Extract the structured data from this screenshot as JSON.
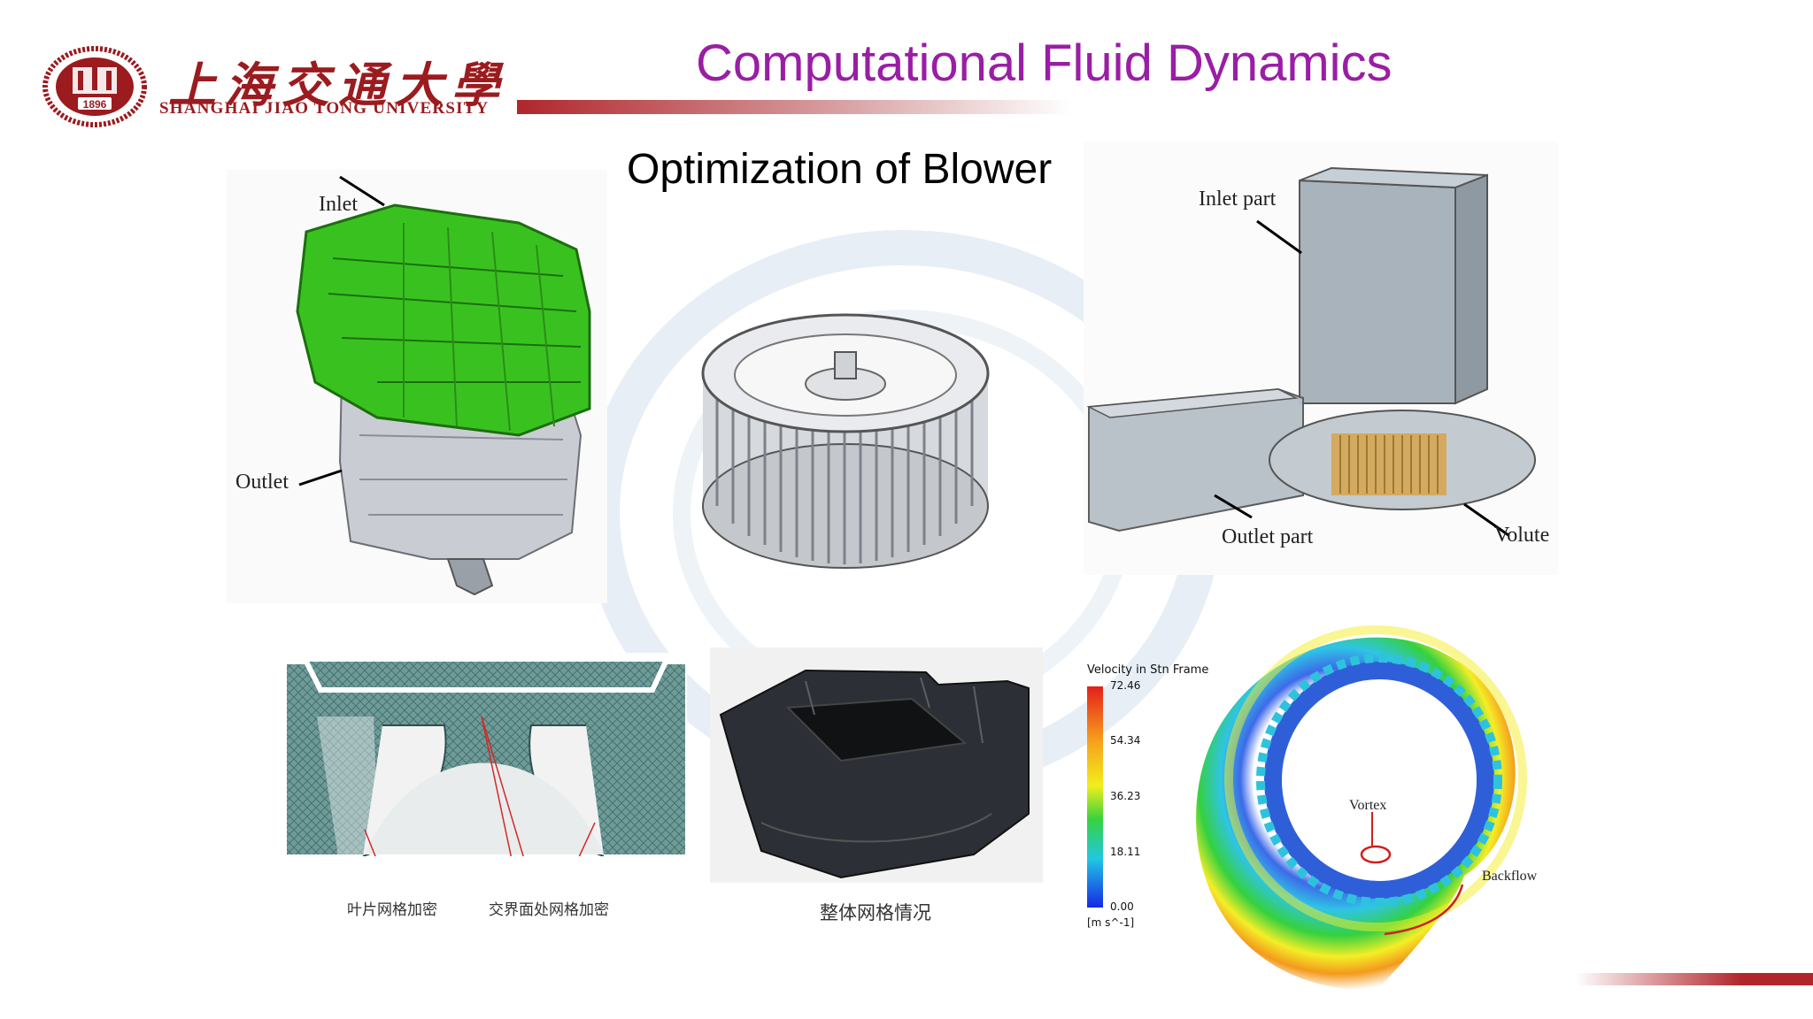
{
  "header": {
    "logo_cn": "上海交通大學",
    "logo_en": "SHANGHAI JIAO TONG UNIVERSITY",
    "seal_year": "1896",
    "title": "Computational Fluid Dynamics"
  },
  "subtitle": "Optimization of Blower",
  "panel_blower": {
    "inlet": "Inlet",
    "outlet": "Outlet"
  },
  "panel_model": {
    "inlet_part": "Inlet part",
    "outlet_part": "Outlet part",
    "volute": "Volute"
  },
  "panel_mesh": {
    "caption_left": "叶片网格加密",
    "caption_right": "交界面处网格加密"
  },
  "panel_overall_mesh": {
    "caption": "整体网格情况"
  },
  "panel_velocity": {
    "legend_title": "Velocity in Stn Frame",
    "legend_values": [
      "72.46",
      "54.34",
      "36.23",
      "18.11",
      "0.00"
    ],
    "legend_unit": "[m s^-1]",
    "vortex": "Vortex",
    "backflow": "Backflow"
  },
  "colors": {
    "title": "#9a1ea5",
    "brand": "#9b1b1f",
    "green_part": "#39c21f"
  }
}
